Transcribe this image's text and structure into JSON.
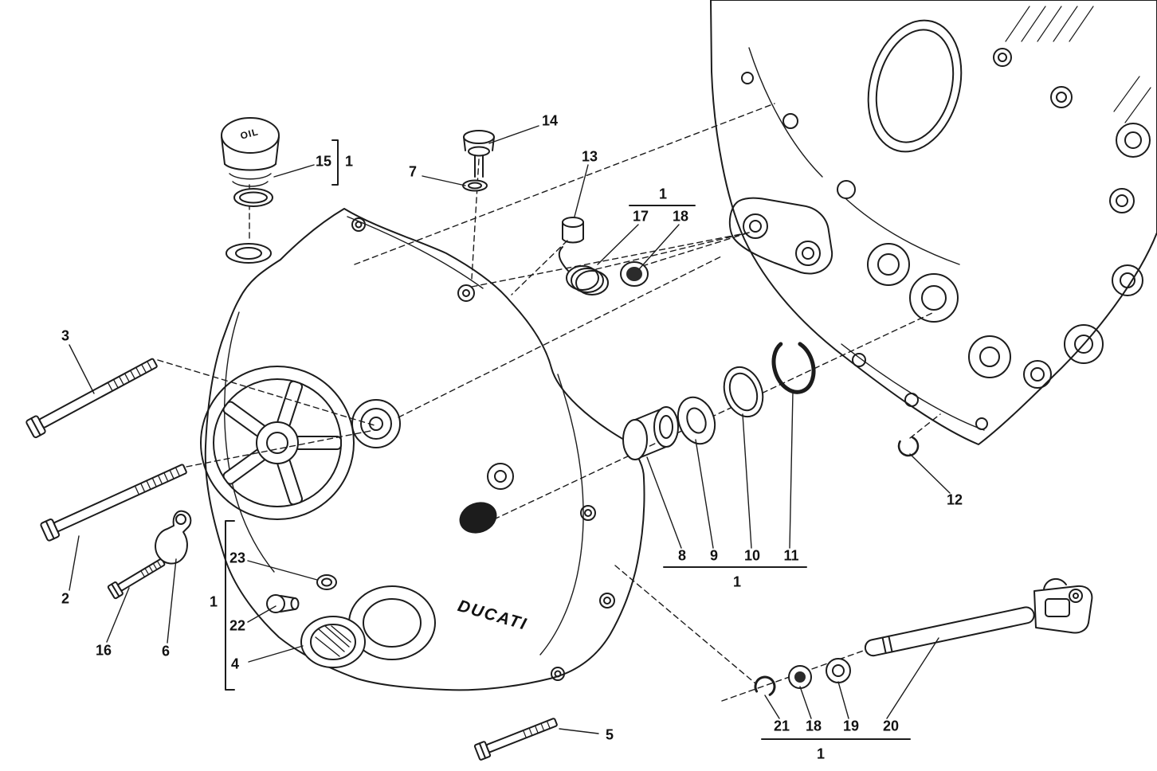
{
  "diagram": {
    "type": "exploded-parts-diagram",
    "colors": {
      "ink": "#1c1c1c",
      "background": "#ffffff"
    },
    "texts": {
      "oil_cap": "OIL",
      "brand": "DUCATI"
    },
    "callouts": {
      "p14": "14",
      "p15": "15",
      "g1a": "1",
      "p7": "7",
      "p13": "13",
      "g1b": "1",
      "p17": "17",
      "p18a": "18",
      "p3": "3",
      "p2": "2",
      "p16": "16",
      "p6": "6",
      "p23": "23",
      "p22": "22",
      "g1c": "1",
      "p4": "4",
      "p5": "5",
      "p8": "8",
      "p9": "9",
      "p10": "10",
      "p11": "11",
      "g1d": "1",
      "p12": "12",
      "p21": "21",
      "p18b": "18",
      "p19": "19",
      "p20": "20",
      "g1e": "1"
    }
  }
}
